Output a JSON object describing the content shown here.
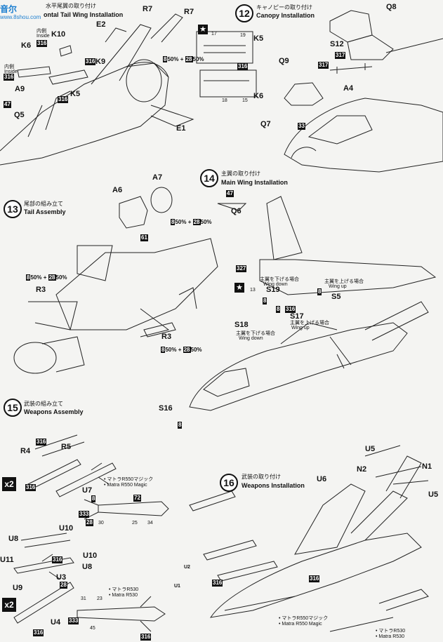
{
  "watermark": {
    "brand": "音尔",
    "site": "www.8shou.com"
  },
  "steps": {
    "s11": {
      "jp": "水平尾翼の取り付け",
      "en": "ontal Tail Wing Installation"
    },
    "s12": {
      "num": "12",
      "jp": "キャノピーの取り付け",
      "en": "Canopy Installation"
    },
    "s13": {
      "num": "13",
      "jp": "尾部の組み立て",
      "en": "Tail Assembly"
    },
    "s14": {
      "num": "14",
      "jp": "主翼の取り付け",
      "en": "Main Wing Installation"
    },
    "s15": {
      "num": "15",
      "jp": "武装の組み立て",
      "en": "Weapons Assembly"
    },
    "s16": {
      "num": "16",
      "jp": "武装の取り付け",
      "en": "Weapons Installation"
    }
  },
  "parts": {
    "r7a": "R7",
    "r7b": "R7",
    "e2": "E2",
    "k10": "K10",
    "k6a": "K6",
    "k9": "K9",
    "a9": "A9",
    "k5a": "K5",
    "q5": "Q5",
    "e1": "E1",
    "k5b": "K5",
    "k6b": "K6",
    "q8": "Q8",
    "s12": "S12",
    "q9": "Q9",
    "a4": "A4",
    "q7": "Q7",
    "a7": "A7",
    "a6": "A6",
    "q6": "Q6",
    "r3a": "R3",
    "r3b": "R3",
    "s19": "S19",
    "s5": "S5",
    "s18": "S18",
    "s17": "S17",
    "s16": "S16",
    "r4": "R4",
    "r5": "R5",
    "u7": "U7",
    "u10a": "U10",
    "u8a": "U8",
    "u11": "U11",
    "u10b": "U10",
    "u8b": "U8",
    "u3": "U3",
    "u9": "U9",
    "u4": "U4",
    "u6": "U6",
    "u5a": "U5",
    "n2": "N2",
    "n1": "N1",
    "u5b": "U5",
    "u2": "U2",
    "u1": "U1"
  },
  "notes": {
    "inside1": "内側",
    "inside1en": "Inside",
    "inside2": "内側",
    "inside2en": "Inside",
    "wingdown1": "主翼を下げる場合",
    "wingdown1en": "Wing down",
    "wingup1": "主翼を上げる場合",
    "wingup1en": "Wing up",
    "wingdown2": "主翼を下げる場合",
    "wingdown2en": "Wing down",
    "wingup2": "主翼を上げる場合",
    "wingup2en": "Wing up",
    "magic1jp": "• マトラR550マジック",
    "magic1en": "• Matra R550 Magic",
    "r530jp": "• マトラR530",
    "r530en": "• Matra R530",
    "magic2jp": "• マトラR550マジック",
    "magic2en": "• Matra R550 Magic",
    "r530bjp": "• マトラR530",
    "r530ben": "• Matra R530",
    "x2a": "x2",
    "x2b": "x2"
  },
  "codes": {
    "c316a": "316",
    "c316b": "316",
    "c316c": "316",
    "c47a": "47",
    "c316d": "316",
    "c317a": "317",
    "c317b": "317",
    "c33a": "33",
    "c61": "61",
    "c47b": "47",
    "c327": "327",
    "c8a": "8",
    "c8b": "8",
    "c316e": "316",
    "c8c": "8",
    "c8d": "8",
    "c316f": "316",
    "c8e": "8",
    "c316g": "316",
    "c333a": "333",
    "c28a": "28",
    "c72": "72",
    "c316h": "316",
    "c28b": "28",
    "c316i": "316",
    "c316j": "316",
    "c333b": "333",
    "c316k": "316",
    "c316l": "316",
    "c316m": "316"
  },
  "weaponnums": {
    "n30": "30",
    "n25": "25",
    "n34": "34",
    "n31": "31",
    "n23": "23",
    "n45": "45"
  },
  "paints": {
    "p1a": "8",
    "p1b": "50% + ",
    "p1c": "28",
    "p1d": "50%",
    "p2a": "8",
    "p2b": "50% + ",
    "p2c": "28",
    "p2d": "50%",
    "p3a": "8",
    "p3b": "50% + ",
    "p3c": "28",
    "p3d": "50%",
    "p4a": "8",
    "p4b": "50% + ",
    "p4c": "28",
    "p4d": "50%"
  },
  "decals": {
    "d17": "17",
    "d19": "19",
    "d18": "18",
    "d15": "15",
    "d13": "13"
  }
}
